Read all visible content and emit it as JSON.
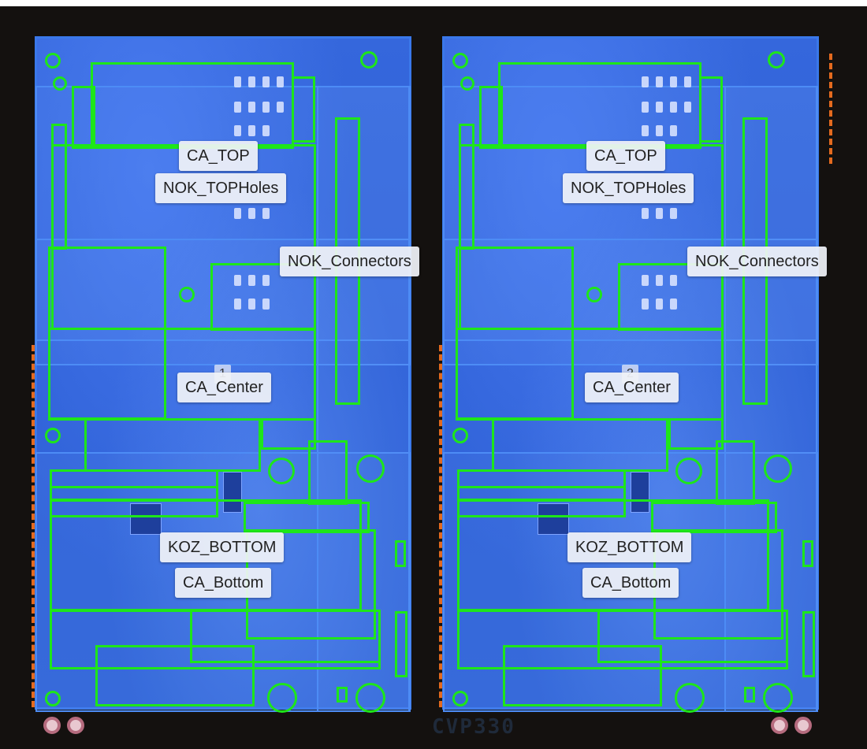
{
  "panels": [
    {
      "id": "panel-1",
      "number": "1",
      "labels": {
        "ca_top": "CA_TOP",
        "nok_top_holes": "NOK_TOPHoles",
        "nok_connectors": "NOK_Connectors",
        "ca_center": "CA_Center",
        "koz_bottom": "KOZ_BOTTOM",
        "ca_bottom": "CA_Bottom"
      }
    },
    {
      "id": "panel-2",
      "number": "2",
      "labels": {
        "ca_top": "CA_TOP",
        "nok_top_holes": "NOK_TOPHoles",
        "nok_connectors": "NOK_Connectors",
        "ca_center": "CA_Center",
        "koz_bottom": "KOZ_BOTTOM",
        "ca_bottom": "CA_Bottom"
      }
    }
  ],
  "colors": {
    "region_outline": "#1ee61a",
    "panel_outline": "#3a78ea",
    "board_background": "#14110f"
  },
  "icons": [
    "fiducial-hole-icon",
    "mounting-hole-icon"
  ],
  "silkscreen": "CVP330"
}
